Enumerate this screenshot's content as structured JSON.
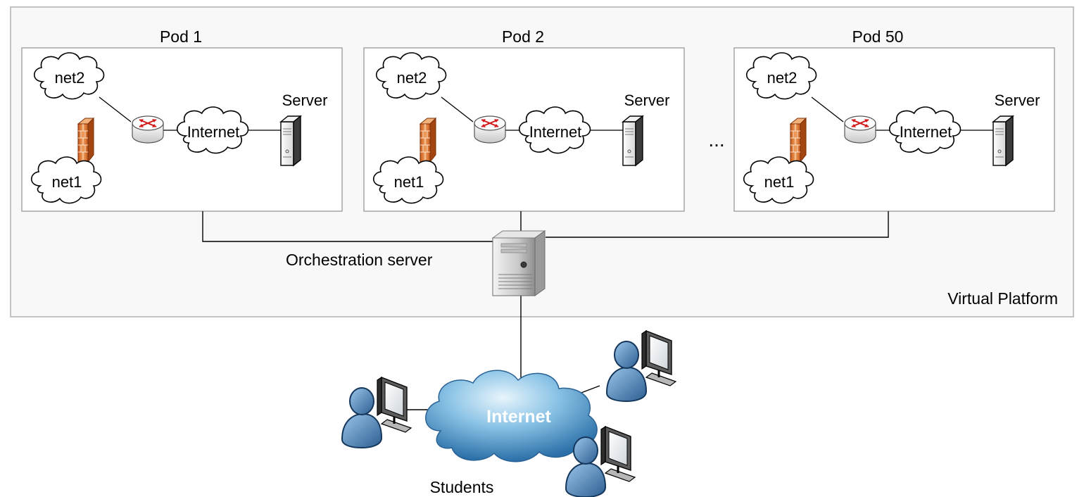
{
  "platform": {
    "label": "Virtual Platform"
  },
  "pods": [
    {
      "title": "Pod 1",
      "net_top": "net2",
      "net_bottom": "net1",
      "internet": "Internet",
      "server": "Server"
    },
    {
      "title": "Pod 2",
      "net_top": "net2",
      "net_bottom": "net1",
      "internet": "Internet",
      "server": "Server"
    },
    {
      "title": "Pod 50",
      "net_top": "net2",
      "net_bottom": "net1",
      "internet": "Internet",
      "server": "Server"
    }
  ],
  "ellipsis": "...",
  "orchestration": {
    "label": "Orchestration server"
  },
  "cloud": {
    "label": "Internet"
  },
  "students": {
    "label": "Students"
  }
}
